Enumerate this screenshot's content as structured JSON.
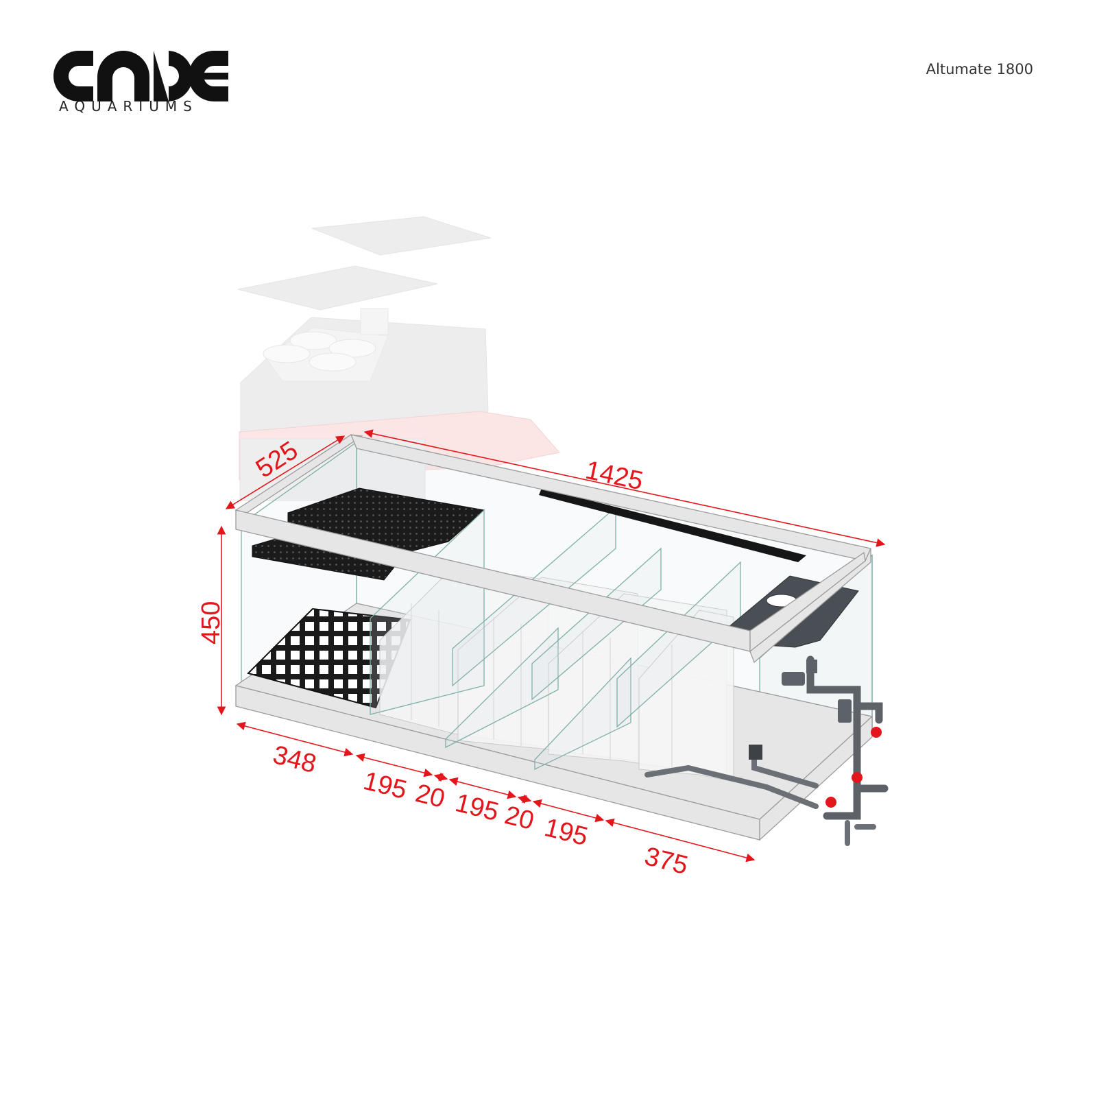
{
  "brand": {
    "name": "CADE",
    "sub": "AQUARIUMS"
  },
  "model": "Altumate 1800",
  "dimensions": {
    "width": "1425",
    "depth": "525",
    "height": "450",
    "sections": [
      "348",
      "195",
      "20",
      "195",
      "20",
      "195",
      "375"
    ]
  },
  "colors": {
    "dimension": "#e3161b",
    "logo": "#111111"
  }
}
